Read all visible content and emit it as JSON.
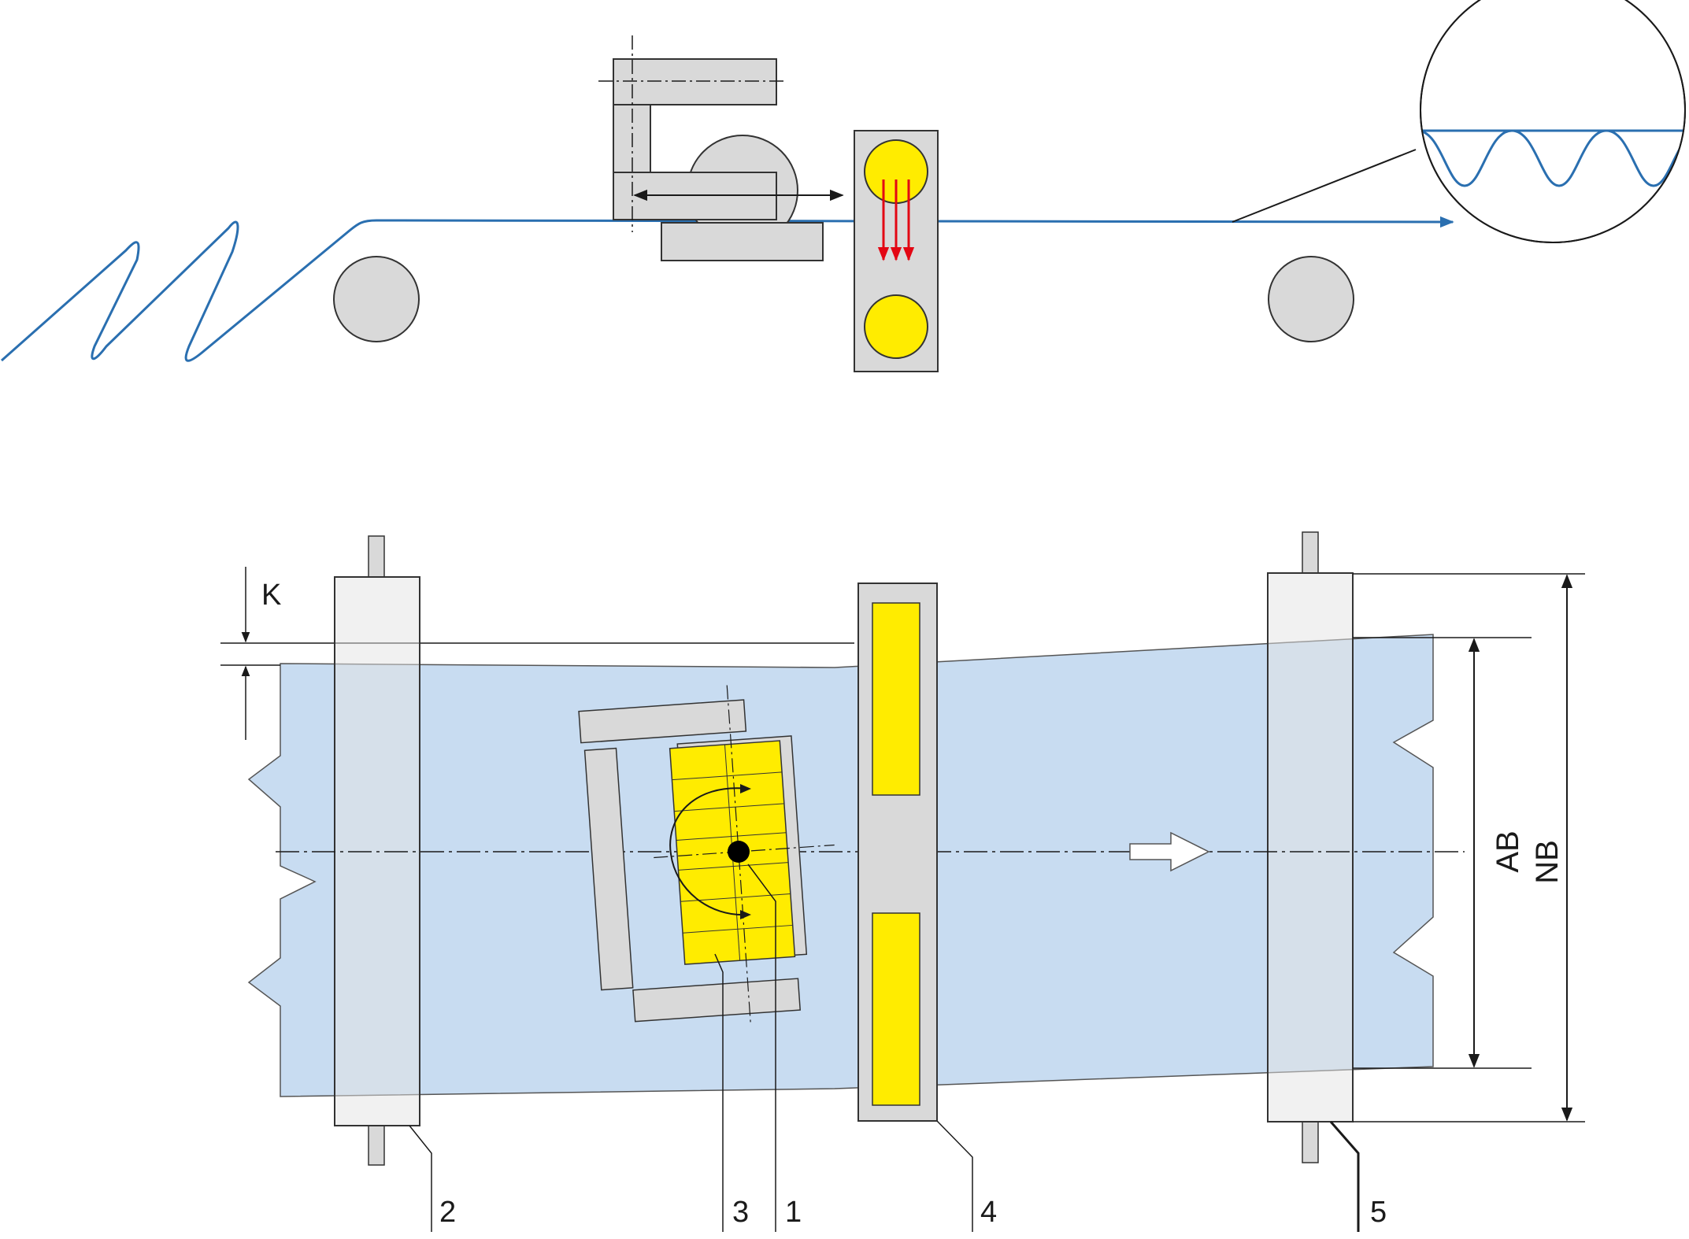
{
  "colors": {
    "web_line": "#2a6fb0",
    "web_fill": "#c8dcf1",
    "yellow": "#ffec00",
    "gray_part": "#d9d9d9",
    "roller_stroke": "#333333",
    "flow_arrows": "#e30613"
  },
  "labels": {
    "k": "K",
    "ab": "AB",
    "nb": "NB",
    "part_1": "1",
    "part_2": "2",
    "part_3": "3",
    "part_4": "4",
    "part_5": "5"
  },
  "icons": {
    "direction_arrow": "white-block-arrow",
    "rotation_arrow": "curved-rotation-arrow",
    "pivot": "black-dot"
  }
}
